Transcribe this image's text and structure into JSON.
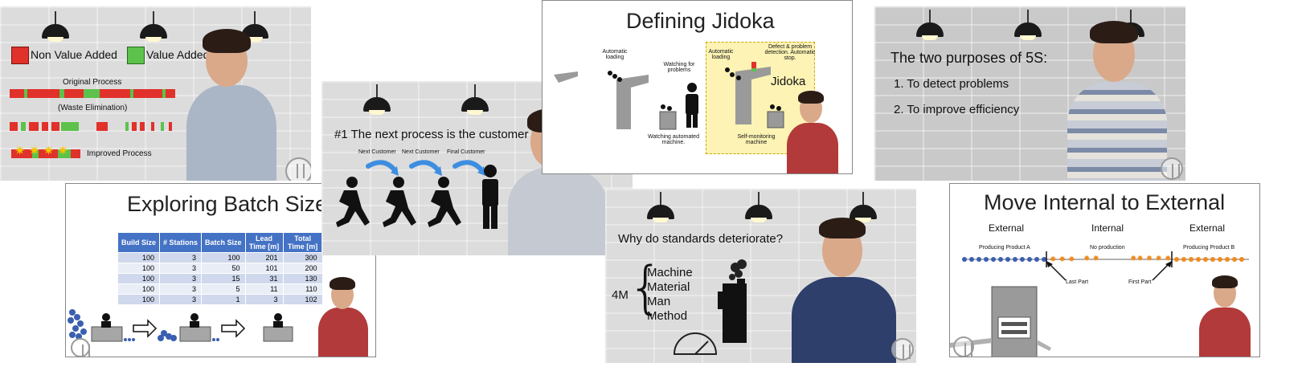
{
  "tile1": {
    "legend_non_value": "Non Value Added",
    "legend_value": "Value Added",
    "original_process": "Original Process",
    "waste_elimination": "(Waste Elimination)",
    "improved_process": "Improved Process",
    "colors": {
      "non_value": "#e0312a",
      "value": "#5cc24b"
    }
  },
  "tile2": {
    "title": "Exploring Batch Size",
    "table": {
      "headers": [
        "Build Size",
        "# Stations",
        "Batch Size",
        "Lead Time [m]",
        "Total Time [m]"
      ],
      "rows": [
        [
          "100",
          "3",
          "100",
          "201",
          "300"
        ],
        [
          "100",
          "3",
          "50",
          "101",
          "200"
        ],
        [
          "100",
          "3",
          "15",
          "31",
          "130"
        ],
        [
          "100",
          "3",
          "5",
          "11",
          "110"
        ],
        [
          "100",
          "3",
          "1",
          "3",
          "102"
        ]
      ]
    }
  },
  "tile3": {
    "heading": "#1 The next process is the customer",
    "label_next_1": "Next Customer",
    "label_next_2": "Next Customer",
    "label_final": "Final Customer"
  },
  "tile4": {
    "title": "Defining Jidoka",
    "automatic_loading_left": "Automatic loading",
    "watching_for_problems": "Watching for problems",
    "watching_automated": "Watching automated machine.",
    "automatic_loading_right": "Automatic loading",
    "defect_detection": "Defect & problem detection. Automatic stop.",
    "jidoka": "Jidoka",
    "self_monitoring": "Self-monitoring machine"
  },
  "tile5": {
    "heading": "Why do standards deteriorate?",
    "four_m": "4M",
    "items": [
      "Machine",
      "Material",
      "Man",
      "Method"
    ]
  },
  "tile6": {
    "heading": "The two purposes of 5S:",
    "point_1": "1. To detect problems",
    "point_2": "2. To improve efficiency"
  },
  "tile7": {
    "title": "Move Internal to External",
    "col_external_left": "External",
    "col_internal": "Internal",
    "col_external_right": "External",
    "producing_a": "Producing Product A",
    "no_production": "No production",
    "producing_b": "Producing Product B",
    "last_part": "Last Part",
    "first_part": "First Part"
  }
}
